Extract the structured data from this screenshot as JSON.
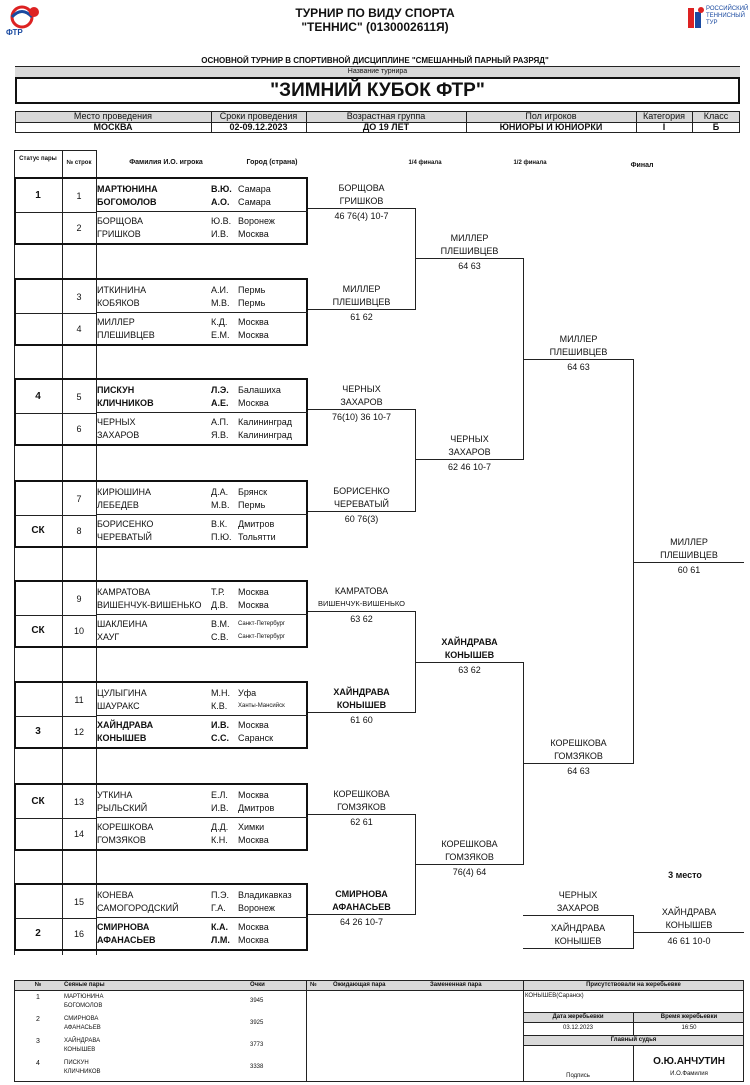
{
  "header": {
    "line1": "ТУРНИР ПО ВИДУ СПОРТА",
    "line2": "\"ТЕННИС\" (0130002611Я)",
    "logo_left": "ФТР",
    "logo_right": [
      "РОССИЙСКИЙ",
      "ТЕННИСНЫЙ",
      "ТУР"
    ],
    "subtitle": "ОСНОВНОЙ ТУРНИР В СПОРТИВНОЙ ДИСЦИПЛИНЕ \"СМЕШАННЫЙ ПАРНЫЙ РАЗРЯД\"",
    "name_label": "Название турнира",
    "tournament": "\"ЗИМНИЙ КУБОК ФТР\""
  },
  "info": {
    "labels": [
      "Место проведения",
      "Сроки проведения",
      "Возрастная группа",
      "Пол игроков",
      "Категория",
      "Класс"
    ],
    "values": [
      "МОСКВА",
      "02-09.12.2023",
      "ДО 19 ЛЕТ",
      "ЮНИОРЫ И ЮНИОРКИ",
      "I",
      "Б"
    ]
  },
  "columns": {
    "status": "Статус пары",
    "line_no": "№ строк",
    "names": "Фамилия И.О. игрока",
    "city": "Город (страна)",
    "qf": "1/4 финала",
    "sf": "1/2 финала",
    "final": "Финал"
  },
  "pairs": [
    {
      "no": "1",
      "status": "1",
      "p1": "МАРТЮНИНА",
      "i1": "В.Ю.",
      "c1": "Самара",
      "p2": "БОГОМОЛОВ",
      "i2": "А.О.",
      "c2": "Самара",
      "bold": true
    },
    {
      "no": "2",
      "status": "",
      "p1": "БОРЩОВА",
      "i1": "Ю.В.",
      "c1": "Воронеж",
      "p2": "ГРИШКОВ",
      "i2": "И.В.",
      "c2": "Москва",
      "bold": false
    },
    {
      "no": "3",
      "status": "",
      "p1": "ИТКИНИНА",
      "i1": "А.И.",
      "c1": "Пермь",
      "p2": "КОБЯКОВ",
      "i2": "М.В.",
      "c2": "Пермь",
      "bold": false
    },
    {
      "no": "4",
      "status": "",
      "p1": "МИЛЛЕР",
      "i1": "К.Д.",
      "c1": "Москва",
      "p2": "ПЛЕШИВЦЕВ",
      "i2": "Е.М.",
      "c2": "Москва",
      "bold": false
    },
    {
      "no": "5",
      "status": "4",
      "p1": "ПИСКУН",
      "i1": "Л.Э.",
      "c1": "Балашиха",
      "p2": "КЛИЧНИКОВ",
      "i2": "А.Е.",
      "c2": "Москва",
      "bold": true
    },
    {
      "no": "6",
      "status": "",
      "p1": "ЧЕРНЫХ",
      "i1": "А.П.",
      "c1": "Калининград",
      "p2": "ЗАХАРОВ",
      "i2": "Я.В.",
      "c2": "Калининград",
      "bold": false
    },
    {
      "no": "7",
      "status": "",
      "p1": "КИРЮШИНА",
      "i1": "Д.А.",
      "c1": "Брянск",
      "p2": "ЛЕБЕДЕВ",
      "i2": "М.В.",
      "c2": "Пермь",
      "bold": false
    },
    {
      "no": "8",
      "status": "СК",
      "p1": "БОРИСЕНКО",
      "i1": "В.К.",
      "c1": "Дмитров",
      "p2": "ЧЕРЕВАТЫЙ",
      "i2": "П.Ю.",
      "c2": "Тольятти",
      "bold": false
    },
    {
      "no": "9",
      "status": "",
      "p1": "КАМРАТОВА",
      "i1": "Т.Р.",
      "c1": "Москва",
      "p2": "ВИШЕНЧУК-ВИШЕНЬКО",
      "i2": "Д.В.",
      "c2": "Москва",
      "bold": false
    },
    {
      "no": "10",
      "status": "СК",
      "p1": "ШАКЛЕИНА",
      "i1": "В.М.",
      "c1": "Санкт-Петербург",
      "p2": "ХАУГ",
      "i2": "С.В.",
      "c2": "Санкт-Петербург",
      "bold": false
    },
    {
      "no": "11",
      "status": "",
      "p1": "ЦУЛЫГИНА",
      "i1": "М.Н.",
      "c1": "Уфа",
      "p2": "ШАУРАКС",
      "i2": "К.В.",
      "c2": "Ханты-Мансийск",
      "bold": false
    },
    {
      "no": "12",
      "status": "3",
      "p1": "ХАЙНДРАВА",
      "i1": "И.В.",
      "c1": "Москва",
      "p2": "КОНЫШЕВ",
      "i2": "С.С.",
      "c2": "Саранск",
      "bold": true
    },
    {
      "no": "13",
      "status": "СК",
      "p1": "УТКИНА",
      "i1": "Е.Л.",
      "c1": "Москва",
      "p2": "РЫЛЬСКИЙ",
      "i2": "И.В.",
      "c2": "Дмитров",
      "bold": false
    },
    {
      "no": "14",
      "status": "",
      "p1": "КОРЕШКОВА",
      "i1": "Д.Д.",
      "c1": "Химки",
      "p2": "ГОМЗЯКОВ",
      "i2": "К.Н.",
      "c2": "Москва",
      "bold": false
    },
    {
      "no": "15",
      "status": "",
      "p1": "КОНЕВА",
      "i1": "П.Э.",
      "c1": "Владикавказ",
      "p2": "САМОГОРОДСКИЙ",
      "i2": "Г.А.",
      "c2": "Воронеж",
      "bold": false
    },
    {
      "no": "16",
      "status": "2",
      "p1": "СМИРНОВА",
      "i1": "К.А.",
      "c1": "Москва",
      "p2": "АФАНАСЬЕВ",
      "i2": "Л.М.",
      "c2": "Москва",
      "bold": true
    }
  ],
  "r16": [
    {
      "a": "БОРЩОВА",
      "b": "ГРИШКОВ",
      "score": "46 76(4) 10-7",
      "bold": false
    },
    {
      "a": "МИЛЛЕР",
      "b": "ПЛЕШИВЦЕВ",
      "score": "61 62",
      "bold": false
    },
    {
      "a": "ЧЕРНЫХ",
      "b": "ЗАХАРОВ",
      "score": "76(10) 36 10-7",
      "bold": false
    },
    {
      "a": "БОРИСЕНКО",
      "b": "ЧЕРЕВАТЫЙ",
      "score": "60 76(3)",
      "bold": false
    },
    {
      "a": "КАМРАТОВА",
      "b": "ВИШЕНЧУК-ВИШЕНЬКО",
      "score": "63 62",
      "bold": false
    },
    {
      "a": "ХАЙНДРАВА",
      "b": "КОНЫШЕВ",
      "score": "61 60",
      "bold": true
    },
    {
      "a": "КОРЕШКОВА",
      "b": "ГОМЗЯКОВ",
      "score": "62 61",
      "bold": false
    },
    {
      "a": "СМИРНОВА",
      "b": "АФАНАСЬЕВ",
      "score": "64 26 10-7",
      "bold": true
    }
  ],
  "qf": [
    {
      "a": "МИЛЛЕР",
      "b": "ПЛЕШИВЦЕВ",
      "score": "64 63",
      "bold": false
    },
    {
      "a": "ЧЕРНЫХ",
      "b": "ЗАХАРОВ",
      "score": "62 46 10-7",
      "bold": false
    },
    {
      "a": "ХАЙНДРАВА",
      "b": "КОНЫШЕВ",
      "score": "63 62",
      "bold": true
    },
    {
      "a": "КОРЕШКОВА",
      "b": "ГОМЗЯКОВ",
      "score": "76(4) 64",
      "bold": false
    }
  ],
  "sf": [
    {
      "a": "МИЛЛЕР",
      "b": "ПЛЕШИВЦЕВ",
      "score": "64 63"
    },
    {
      "a": "КОРЕШКОВА",
      "b": "ГОМЗЯКОВ",
      "score": "64 63"
    }
  ],
  "final": {
    "a": "МИЛЛЕР",
    "b": "ПЛЕШИВЦЕВ",
    "score": "60 61"
  },
  "third": {
    "label": "3 место",
    "p1a": "ЧЕРНЫХ",
    "p1b": "ЗАХАРОВ",
    "p2a": "ХАЙНДРАВА",
    "p2b": "КОНЫШЕВ",
    "wa": "ХАЙНДРАВА",
    "wb": "КОНЫШЕВ",
    "score": "46 61 10-0"
  },
  "footer": {
    "h_no": "№",
    "h_seeds": "Сеяные пары",
    "h_pts": "Очки",
    "h_no2": "№",
    "h_wait": "Ожидающая пара",
    "h_repl": "Замененная пара",
    "h_present": "Присутствовали на жеребьевке",
    "seeds": [
      {
        "n": "1",
        "a": "МАРТЮНИНА",
        "b": "БОГОМОЛОВ",
        "pts": "3945"
      },
      {
        "n": "2",
        "a": "СМИРНОВА",
        "b": "АФАНАСЬЕВ",
        "pts": "3925"
      },
      {
        "n": "3",
        "a": "ХАЙНДРАВА",
        "b": "КОНЫШЕВ",
        "pts": "3773"
      },
      {
        "n": "4",
        "a": "ПИСКУН",
        "b": "КЛИЧНИКОВ",
        "pts": "3338"
      }
    ],
    "present": "КОНЫШЕВ(Саранск)",
    "draw_date_label": "Дата жеребьевки",
    "draw_time_label": "Время жеребьевки",
    "draw_date": "03.12.2023",
    "draw_time": "16:50",
    "judge_label": "Главный судья",
    "judge": "О.Ю.АНЧУТИН",
    "judge_sub": "И.О.Фамилия",
    "sign": "Подпись"
  }
}
